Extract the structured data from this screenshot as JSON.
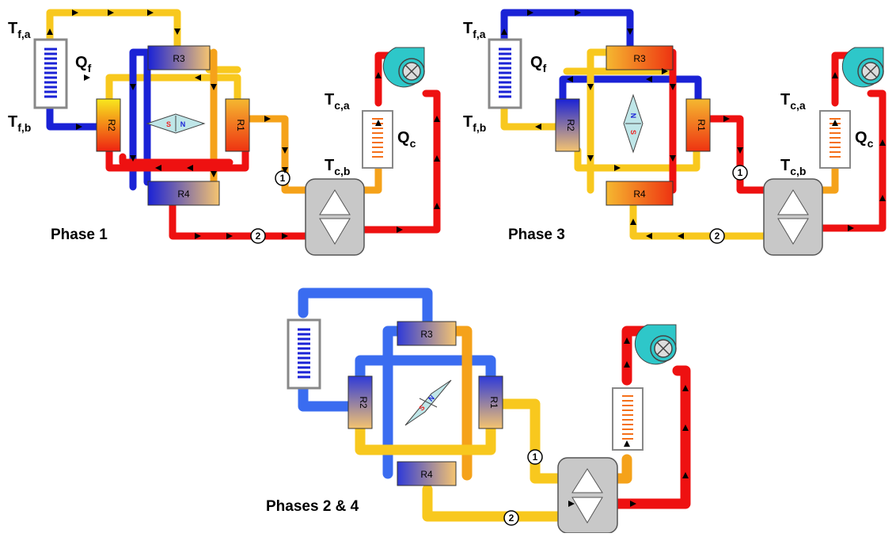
{
  "phases": [
    {
      "key": "p1",
      "label": "Phase 1"
    },
    {
      "key": "p3",
      "label": "Phase 3"
    },
    {
      "key": "p24",
      "label": "Phases 2 & 4"
    }
  ],
  "regenerators": [
    "R1",
    "R2",
    "R3",
    "R4"
  ],
  "magnet_poles": {
    "south": "S",
    "north": "N"
  },
  "port_numbers": [
    "1",
    "2"
  ],
  "symbols": {
    "q_f": {
      "main": "Q",
      "sub": "f"
    },
    "q_c": {
      "main": "Q",
      "sub": "c"
    },
    "t_fa": {
      "main": "T",
      "sub": "f,a"
    },
    "t_fb": {
      "main": "T",
      "sub": "f,b"
    },
    "t_ca": {
      "main": "T",
      "sub": "c,a"
    },
    "t_cb": {
      "main": "T",
      "sub": "c,b"
    }
  },
  "colors": {
    "hot": "#ee1111",
    "warm": "#f5a21a",
    "mid": "#f8c81e",
    "cold": "#1a22d6",
    "cold_light": "#3a6cf0",
    "pump": "#c8c8c8",
    "fan": "#2ec7c9",
    "magnet": "#bfe6e8"
  }
}
